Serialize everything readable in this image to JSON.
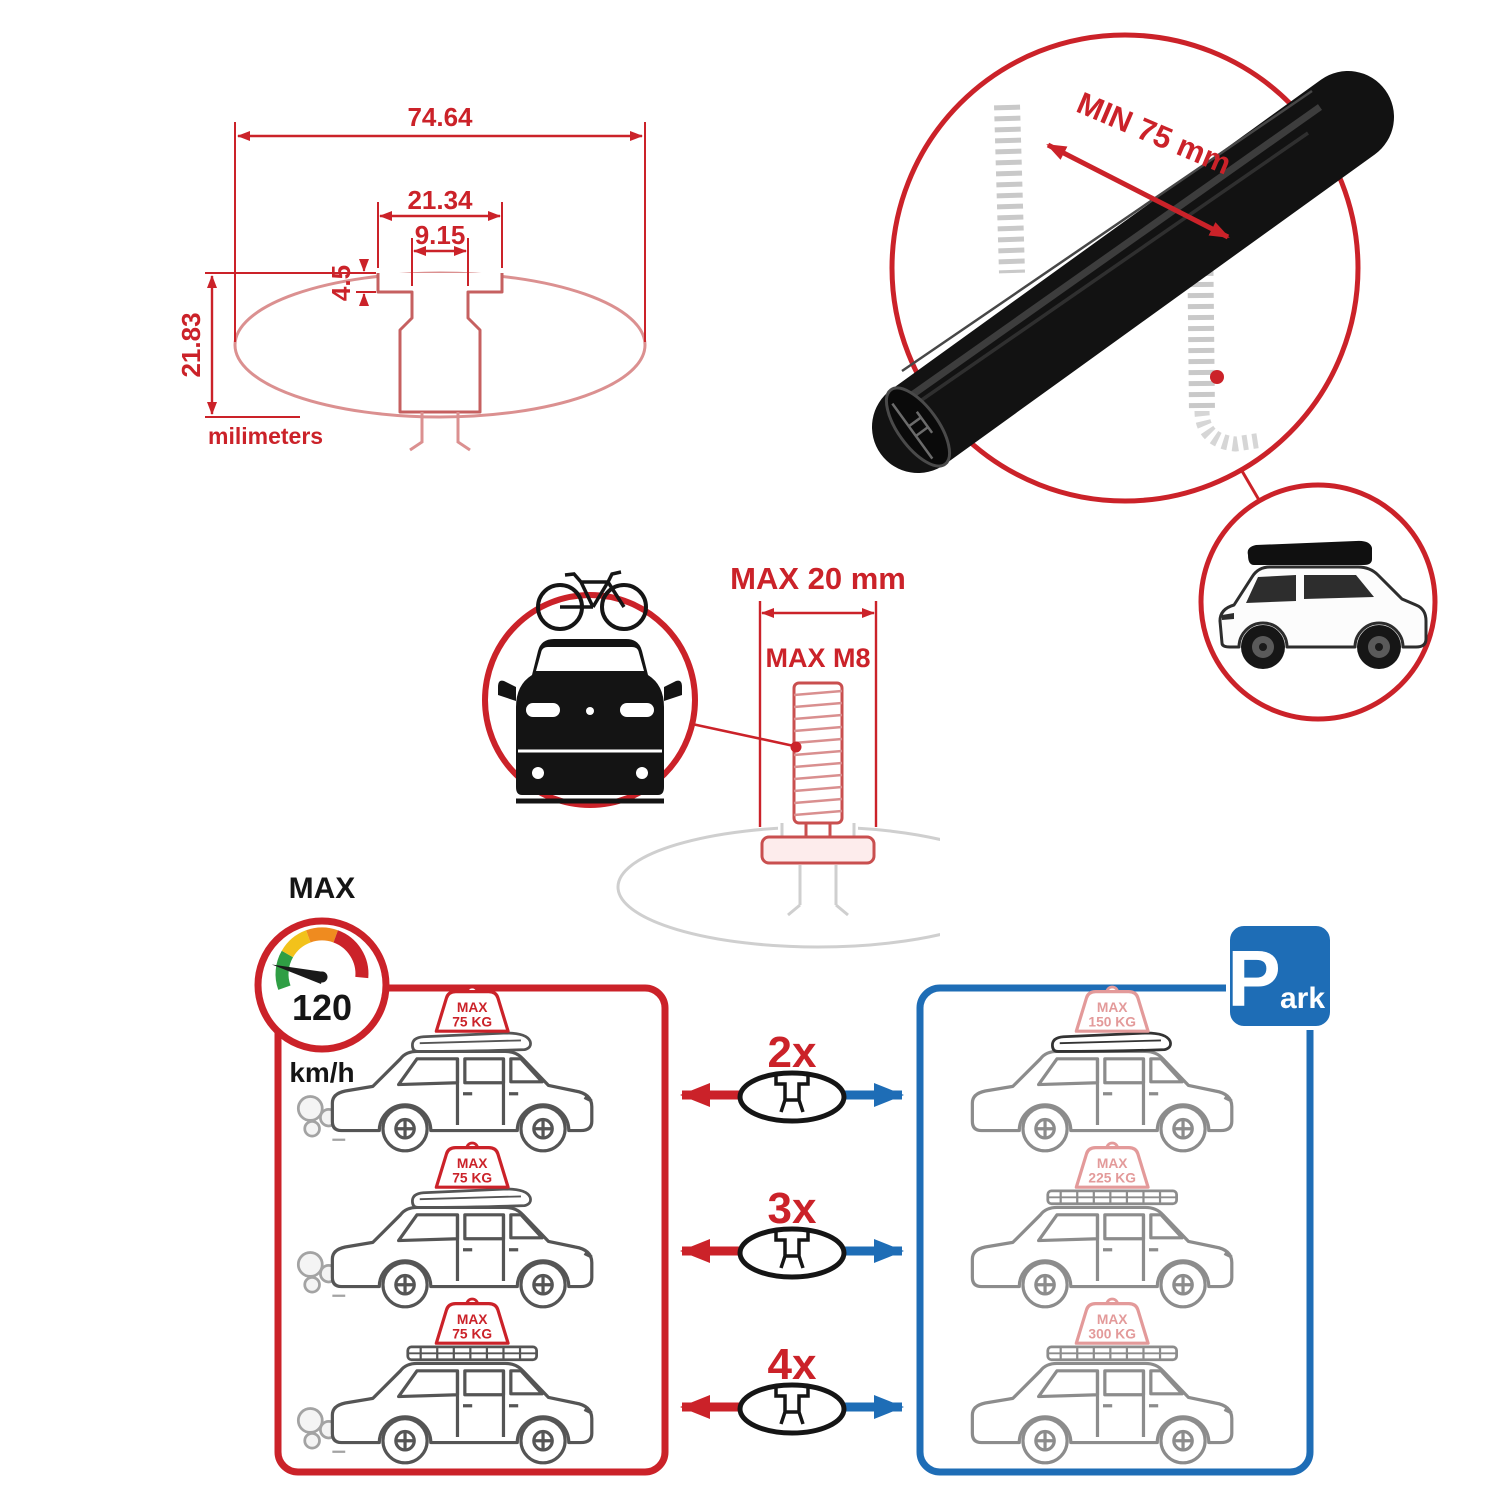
{
  "colors": {
    "red": "#cb2229",
    "blue": "#1e6db6",
    "light_red": "#e39a9a",
    "profile_light_red": "#db9090",
    "ghost_gray": "#cfcfcf",
    "gauge_segments": [
      "#2f9e44",
      "#f2c21b",
      "#ef8b1f",
      "#cb2229"
    ]
  },
  "icons": {
    "speedometer": "speedometer-gauge-icon",
    "bicycle": "bicycle-icon",
    "car_front": "car-front-icon",
    "suv_roofbox": "suv-with-roofbox-icon",
    "crossbar_profile": "crossbar-profile-icon",
    "park": "park-sign-icon"
  },
  "tech_drawing": {
    "total_width": "74.64",
    "slot_outer_width": "21.34",
    "slot_inner_width": "9.15",
    "lip_depth": "4.5",
    "profile_height": "21.83",
    "units": "milimeters"
  },
  "crossbar_detail": {
    "min_span": "MIN 75 mm"
  },
  "bolt_detail": {
    "max_width": "MAX 20 mm",
    "max_thread": "MAX M8"
  },
  "speed_limit": {
    "label": "MAX",
    "value": "120",
    "units": "km/h"
  },
  "bar_counts": [
    "2x",
    "3x",
    "4x"
  ],
  "load_driving": {
    "cars": [
      {
        "max": "MAX",
        "load": "75 KG"
      },
      {
        "max": "MAX",
        "load": "75 KG"
      },
      {
        "max": "MAX",
        "load": "75 KG"
      }
    ]
  },
  "load_parked": {
    "sign_initial": "P",
    "sign_rest": "ark",
    "cars": [
      {
        "max": "MAX",
        "load": "150 KG"
      },
      {
        "max": "MAX",
        "load": "225 KG"
      },
      {
        "max": "MAX",
        "load": "300 KG"
      }
    ]
  }
}
